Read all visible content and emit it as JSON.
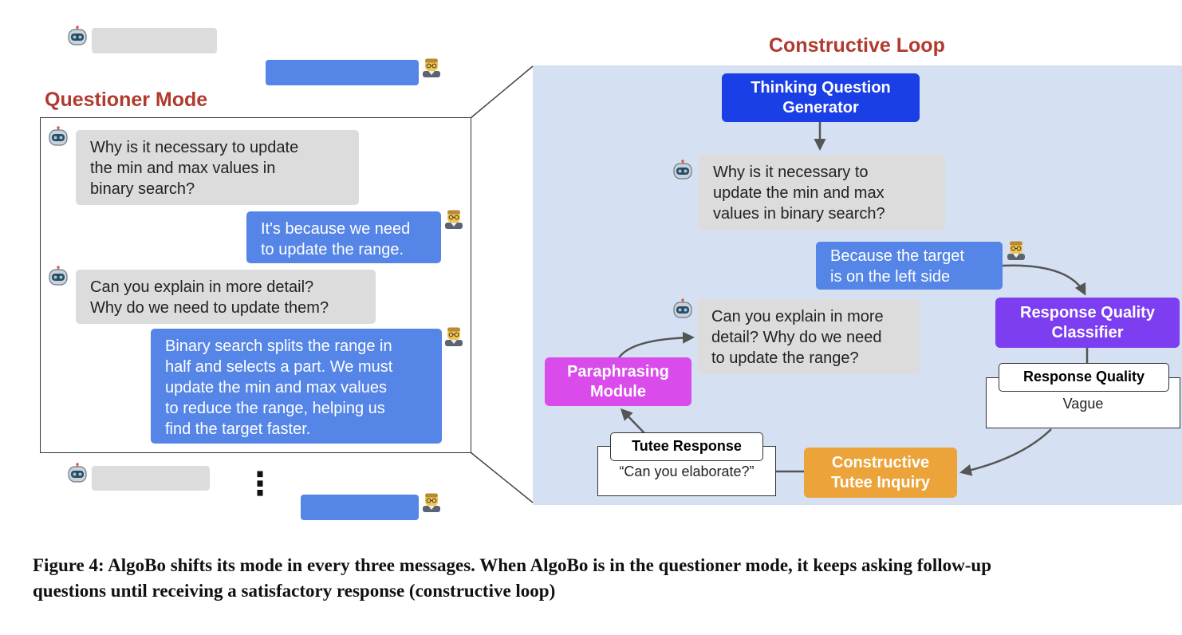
{
  "questioner": {
    "title": "Questioner Mode",
    "messages": [
      {
        "role": "bot",
        "text": "Why is it necessary to update\nthe min and max values in\nbinary search?"
      },
      {
        "role": "user",
        "text": "It's because we need\nto update the range."
      },
      {
        "role": "bot",
        "text": "Can you explain in more detail?\nWhy do we need to update them?"
      },
      {
        "role": "user",
        "text": "Binary search splits the range in\nhalf and selects a part. We must\nupdate the min and max values\nto reduce the range, helping us\nfind the target faster."
      }
    ],
    "ellipsis": "⋮"
  },
  "loop": {
    "title": "Constructive Loop",
    "modules": {
      "generator": "Thinking Question\nGenerator",
      "classifier": "Response Quality\nClassifier",
      "inquiry": "Constructive\nTutee Inquiry",
      "paraphrasing": "Paraphrasing\nModule"
    },
    "messages": {
      "question": "Why is it necessary to\nupdate the min and max\nvalues in binary search?",
      "answer": "Because the target\nis on the left side",
      "followup": "Can you explain in more\ndetail? Why do we need\nto update the range?"
    },
    "quality_box": {
      "label": "Response Quality",
      "value": "Vague"
    },
    "tutee_box": {
      "label": "Tutee Response",
      "value": "“Can you elaborate?”"
    }
  },
  "colors": {
    "bot_bubble": "#dcdcdc",
    "user_bubble": "#5585e6",
    "loop_background": "#d5e1f2",
    "generator": "#1a3fe6",
    "classifier": "#7d3ef2",
    "inquiry": "#eba33a",
    "paraphrasing": "#d94bea",
    "section_title": "#b03a2e"
  },
  "icons": {
    "bot": "robot-icon",
    "user": "student-icon"
  },
  "caption": {
    "line1": "Figure 4: AlgoBo shifts its mode in every three messages. When AlgoBo is in the questioner mode, it keeps asking follow-up",
    "line2": "questions until receiving a satisfactory response (constructive loop)"
  }
}
